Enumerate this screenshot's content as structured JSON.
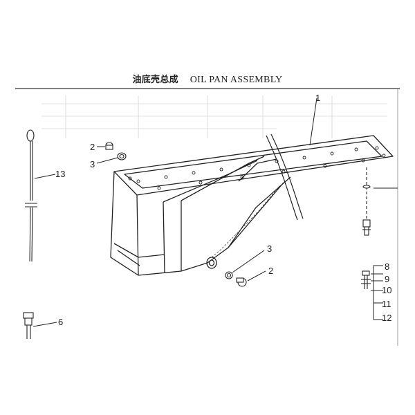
{
  "title": {
    "cn": "油底壳总成",
    "en": "OIL PAN ASSEMBLY"
  },
  "callouts": {
    "c1": "1",
    "c2a": "2",
    "c3a": "3",
    "c13": "13",
    "c3b": "3",
    "c2b": "2",
    "c6": "6",
    "c8": "8",
    "c9": "9",
    "c10": "10",
    "c11": "11",
    "c12": "12"
  }
}
